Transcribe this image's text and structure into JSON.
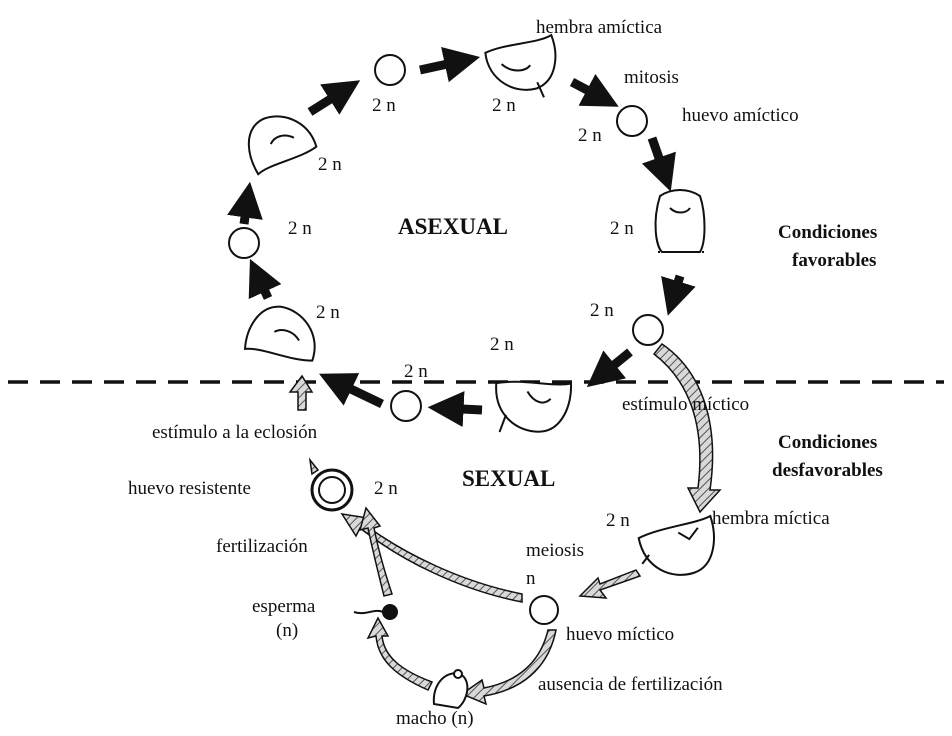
{
  "stages": {
    "asexual": "ASEXUAL",
    "sexual": "SEXUAL"
  },
  "conditions": {
    "favorable_line1": "Condiciones",
    "favorable_line2": "favorables",
    "unfavorable_line1": "Condiciones",
    "unfavorable_line2": "desfavorables"
  },
  "labels": {
    "hembra_amictica": "hembra amíctica",
    "mitosis": "mitosis",
    "huevo_amictico": "huevo amíctico",
    "estimulo_mictico": "estímulo míctico",
    "hembra_mictica": "hembra míctica",
    "meiosis": "meiosis",
    "huevo_mictico": "huevo míctico",
    "ausencia": "ausencia de fertilización",
    "macho": "macho (n)",
    "esperma": "esperma",
    "esperma_n": "(n)",
    "fertilizacion": "fertilización",
    "huevo_resistente": "huevo resistente",
    "estimulo_eclosion": "estímulo a la eclosión"
  },
  "ploidy": {
    "p_2n_1": "2 n",
    "p_2n_2": "2 n",
    "p_2n_3": "2 n",
    "p_2n_4": "2 n",
    "p_2n_5": "2 n",
    "p_2n_6": "2 n",
    "p_2n_7": "2 n",
    "p_2n_8": "2 n",
    "p_2n_9": "2 n",
    "p_2n_10": "2 n",
    "p_2n_11": "2 n",
    "p_2n_12": "2 n",
    "p_n_1": "n"
  },
  "colors": {
    "line": "#111111",
    "hatch_fill": "#bdbdbd",
    "background": "#ffffff"
  }
}
